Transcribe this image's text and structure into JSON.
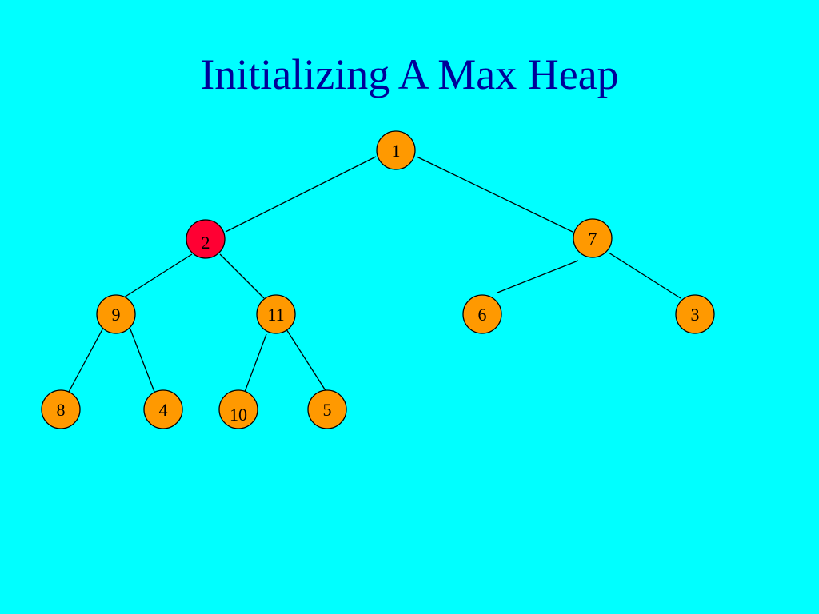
{
  "slide": {
    "title": "Initializing A Max Heap"
  },
  "colors": {
    "background": "#00FFFF",
    "title": "#000099",
    "node_fill": "#FF9900",
    "node_highlight": "#FF0033",
    "node_stroke": "#000000",
    "edge": "#000000",
    "label": "#000000"
  },
  "tree": {
    "highlighted_value": "2",
    "nodes": [
      {
        "id": "n1",
        "value": "1"
      },
      {
        "id": "n2",
        "value": "2"
      },
      {
        "id": "n3",
        "value": "7"
      },
      {
        "id": "n4",
        "value": "9"
      },
      {
        "id": "n5",
        "value": "11"
      },
      {
        "id": "n6",
        "value": "6"
      },
      {
        "id": "n7",
        "value": "3"
      },
      {
        "id": "n8",
        "value": "8"
      },
      {
        "id": "n9",
        "value": "4"
      },
      {
        "id": "n10",
        "value": "10"
      },
      {
        "id": "n11",
        "value": "5"
      }
    ],
    "edges": [
      {
        "from": "n1",
        "to": "n2"
      },
      {
        "from": "n1",
        "to": "n3"
      },
      {
        "from": "n2",
        "to": "n4"
      },
      {
        "from": "n2",
        "to": "n5"
      },
      {
        "from": "n3",
        "to": "n6"
      },
      {
        "from": "n3",
        "to": "n7"
      },
      {
        "from": "n4",
        "to": "n8"
      },
      {
        "from": "n4",
        "to": "n9"
      },
      {
        "from": "n5",
        "to": "n10"
      },
      {
        "from": "n5",
        "to": "n11"
      }
    ]
  }
}
